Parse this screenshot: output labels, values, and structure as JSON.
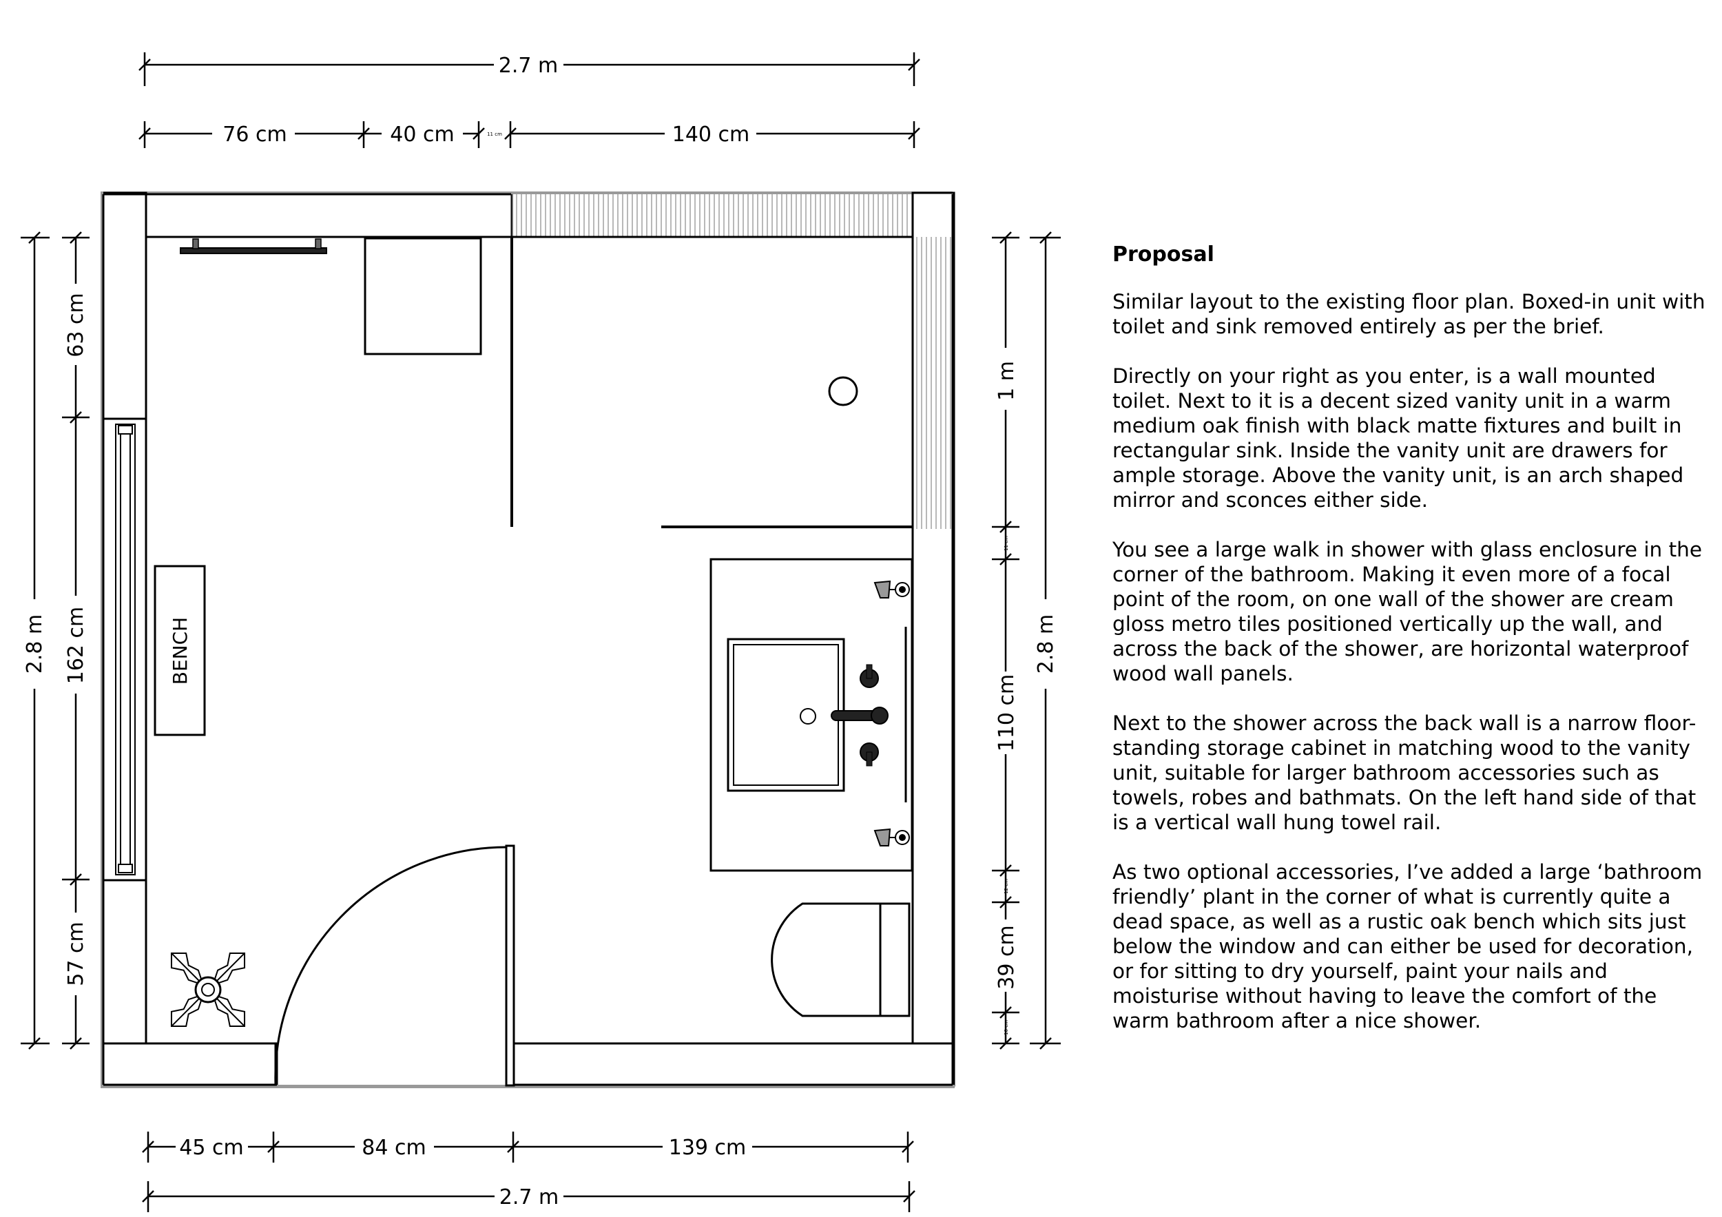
{
  "dimensions": {
    "top_total": "2.7 m",
    "top_seg_1": "76 cm",
    "top_seg_2": "40 cm",
    "top_seg_3": "140 cm",
    "left_total": "2.8 m",
    "left_seg_1": "63 cm",
    "left_seg_2": "162 cm",
    "left_seg_3": "57 cm",
    "right_total": "2.8 m",
    "right_seg_1": "1 m",
    "right_seg_2": "110 cm",
    "right_seg_3": "39 cm",
    "bottom_total": "2.7 m",
    "bottom_seg_1": "45 cm",
    "bottom_seg_2": "84 cm",
    "bottom_seg_3": "139 cm",
    "tiny_top": "11 cm",
    "tiny_right_1": "11 cm",
    "tiny_right_2": "12 cm",
    "tiny_right_3": "10 cm"
  },
  "fixtures": {
    "bench_label": "BENCH"
  },
  "proposal": {
    "heading": "Proposal",
    "paragraphs": [
      "Similar layout to the existing floor plan. Boxed-in unit with toilet and sink removed entirely as per the brief.",
      "Directly on your right as you enter, is a wall mounted toilet. Next to it is a decent sized vanity unit in a warm medium oak finish with black matte fixtures and built in rectangular sink. Inside the vanity unit are drawers for ample storage. Above the vanity unit, is an arch shaped mirror and sconces either side.",
      "You see a large walk in shower with glass enclosure in the corner of the bathroom. Making it even more of a focal point of the room, on one wall of the shower are cream gloss metro tiles positioned vertically up the wall, and across the back of the shower, are horizontal waterproof wood wall panels.",
      "Next to the shower across the back wall is a narrow floor-standing storage cabinet in matching wood to the vanity unit, suitable for larger bathroom accessories such as towels, robes and bathmats. On the left hand side of that is a vertical wall hung towel rail.",
      "As two optional accessories, I’ve added a large ‘bathroom friendly’ plant in the corner of what is currently quite a dead space, as well as a rustic oak bench which sits just below the window and can either be used for decoration, or for sitting to dry yourself, paint your nails and moisturise without having to leave the comfort of the warm bathroom after a nice shower."
    ]
  }
}
